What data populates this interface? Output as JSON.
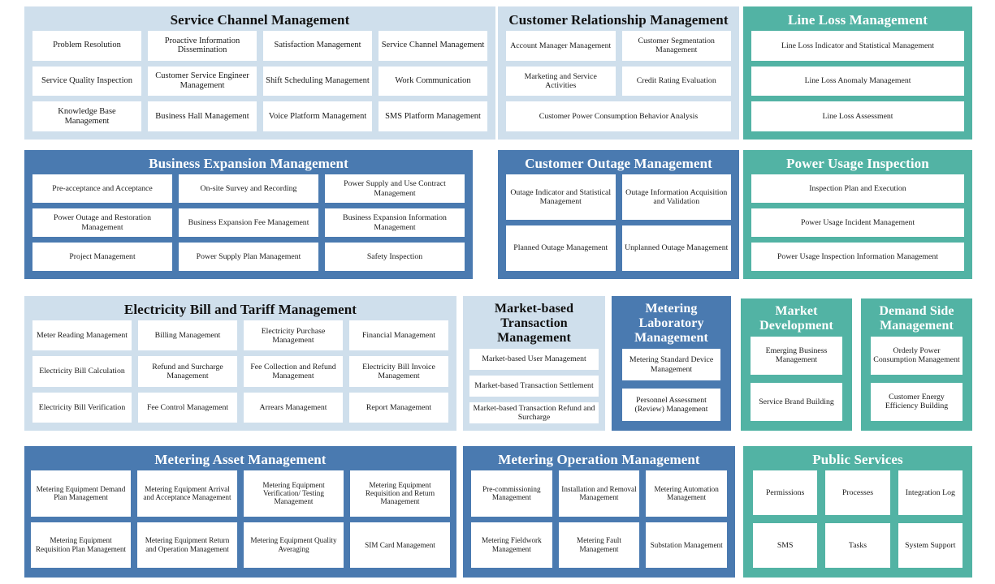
{
  "colors": {
    "light_blue": "#cfdfec",
    "blue": "#4a7ab0",
    "green": "#52b3a4",
    "cell_bg": "#ffffff",
    "page_bg": "#ffffff"
  },
  "panels": [
    {
      "id": "service-channel-management",
      "title": "Service Channel Management",
      "theme": "light-blue",
      "items": [
        "Problem Resolution",
        "Proactive Information Dissemination",
        "Satisfaction Management",
        "Service Channel Management",
        "Service Quality Inspection",
        "Customer Service Engineer Management",
        "Shift Scheduling Management",
        "Work Communication",
        "Knowledge Base Management",
        "Business Hall Management",
        "Voice Platform Management",
        "SMS Platform Management"
      ]
    },
    {
      "id": "customer-relationship-management",
      "title": "Customer Relationship Management",
      "theme": "light-blue",
      "items": [
        "Account Manager Management",
        "Customer Segmentation Management",
        "Marketing and Service Activities",
        "Credit Rating Evaluation",
        "Customer Power Consumption Behavior Analysis"
      ]
    },
    {
      "id": "line-loss-management",
      "title": "Line Loss Management",
      "theme": "green",
      "items": [
        "Line Loss Indicator and Statistical Management",
        "Line Loss Anomaly Management",
        "Line Loss Assessment"
      ]
    },
    {
      "id": "business-expansion-management",
      "title": "Business Expansion Management",
      "theme": "blue",
      "items": [
        "Pre-acceptance and Acceptance",
        "On-site Survey and Recording",
        "Power Supply and Use Contract Management",
        "Power Outage and Restoration Management",
        "Business Expansion Fee Management",
        "Business Expansion Information Management",
        "Project Management",
        "Power Supply Plan Management",
        "Safety Inspection"
      ]
    },
    {
      "id": "customer-outage-management",
      "title": "Customer Outage Management",
      "theme": "blue",
      "items": [
        "Outage Indicator and Statistical Management",
        "Outage Information Acquisition and Validation",
        "Planned Outage Management",
        "Unplanned Outage Management"
      ]
    },
    {
      "id": "power-usage-inspection",
      "title": "Power Usage Inspection",
      "theme": "green",
      "items": [
        "Inspection Plan and Execution",
        "Power Usage Incident Management",
        "Power Usage Inspection Information Management"
      ]
    },
    {
      "id": "electricity-bill-and-tariff-management",
      "title": "Electricity Bill and Tariff Management",
      "theme": "light-blue",
      "items": [
        "Meter Reading Management",
        "Billing Management",
        "Electricity Purchase Management",
        "Financial Management",
        "Electricity Bill Calculation",
        "Refund and Surcharge Management",
        "Fee Collection and Refund Management",
        "Electricity Bill Invoice Management",
        "Electricity Bill Verification",
        "Fee Control Management",
        "Arrears Management",
        "Report Management"
      ]
    },
    {
      "id": "market-based-transaction-management",
      "title": "Market-based Transaction Management",
      "theme": "light-blue",
      "items": [
        "Market-based User Management",
        "Market-based Transaction Settlement",
        "Market-based Transaction Refund and Surcharge"
      ]
    },
    {
      "id": "metering-laboratory-management",
      "title": "Metering Laboratory Management",
      "theme": "blue",
      "items": [
        "Metering Standard Device Management",
        "Personnel Assessment (Review) Management"
      ]
    },
    {
      "id": "market-development",
      "title": "Market Development",
      "theme": "green",
      "items": [
        "Emerging Business Management",
        "Service Brand Building"
      ]
    },
    {
      "id": "demand-side-management",
      "title": "Demand Side Management",
      "theme": "green",
      "items": [
        "Orderly Power Consumption Management",
        "Customer Energy Efficiency Building"
      ]
    },
    {
      "id": "metering-asset-management",
      "title": "Metering Asset Management",
      "theme": "blue",
      "items": [
        "Metering Equipment Demand Plan Management",
        "Metering Equipment Arrival and Acceptance Management",
        "Metering Equipment Verification/ Testing Management",
        "Metering Equipment Requisition and Return Management",
        "Metering Equipment Requisition Plan Management",
        "Metering Equipment Return and Operation Management",
        "Metering Equipment Quality Averaging",
        "SIM Card Management"
      ]
    },
    {
      "id": "metering-operation-management",
      "title": "Metering Operation Management",
      "theme": "blue",
      "items": [
        "Pre-commissioning Management",
        "Installation and Removal Management",
        "Metering Automation Management",
        "Metering Fieldwork Management",
        "Metering Fault Management",
        "Substation Management"
      ]
    },
    {
      "id": "public-services",
      "title": "Public Services",
      "theme": "green",
      "items": [
        "Permissions",
        "Processes",
        "Integration Log",
        "SMS",
        "Tasks",
        "System Support"
      ]
    }
  ]
}
